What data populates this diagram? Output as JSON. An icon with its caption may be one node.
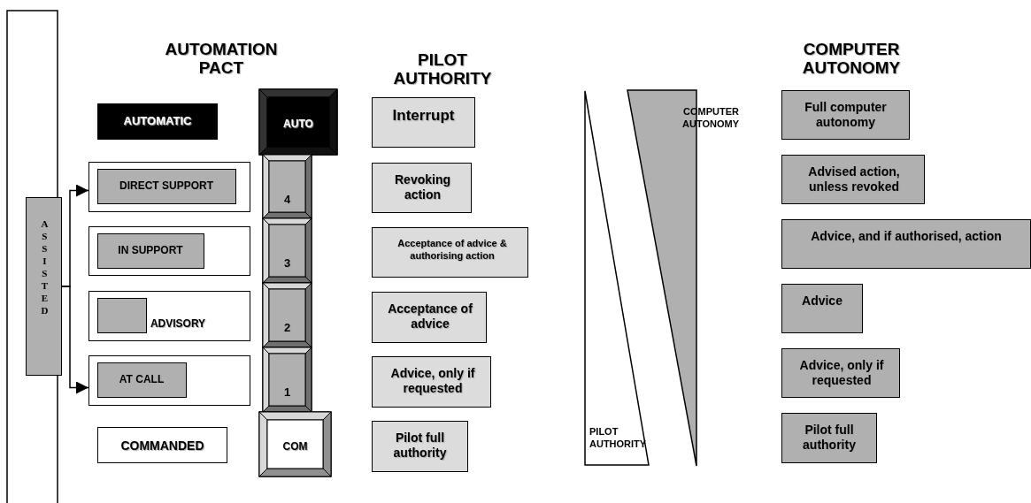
{
  "diagram": {
    "nodes": [
      {
        "text": [
          "AUTOMATIC"
        ]
      },
      {
        "text": [
          "ASSISTED"
        ]
      },
      {
        "text": [],
        "shape": "box"
      },
      {
        "text": [
          "DIRECT SUPPORT"
        ],
        "in": 2
      },
      {
        "text": [],
        "shape": "box"
      },
      {
        "text": [
          "IN SUPPORT"
        ],
        "in": 4
      },
      {
        "text": [
          "ADVISORY"
        ]
      },
      {
        "text": [],
        "shape": "box",
        "in": 6
      },
      {
        "text": [],
        "shape": "box"
      },
      {
        "text": [
          "AT CALL"
        ],
        "in": 8
      },
      {
        "text": [
          "COMMANDED"
        ]
      },
      {
        "text": [
          "AUTO"
        ]
      },
      {
        "text": [
          "4"
        ]
      },
      {
        "text": [
          "3"
        ]
      },
      {
        "text": [
          "2"
        ]
      },
      {
        "text": [
          "1"
        ]
      },
      {
        "text": [
          "COM"
        ]
      },
      {
        "text": [
          "Interrupt"
        ]
      },
      {
        "text": [
          "Revoking action"
        ]
      },
      {
        "text": [
          "Acceptance of advice & authorising action"
        ]
      },
      {
        "text": [
          "Acceptance of advice"
        ]
      },
      {
        "text": [
          "Advice, only if requested"
        ]
      },
      {
        "text": [
          "Pilot full authority"
        ]
      },
      {
        "text": [
          "PILOT AUTHORITY"
        ]
      },
      {
        "text": [
          "COMPUTER AUTONOMY"
        ]
      },
      {
        "text": [
          "Full computer autonomy"
        ]
      },
      {
        "text": [
          "Advised  action, unless revoked"
        ]
      },
      {
        "text": [
          "Advice, and if authorised, action"
        ]
      },
      {
        "text": [
          "Advice"
        ]
      },
      {
        "text": [
          "Advice, only if requested"
        ]
      },
      {
        "text": [
          "Pilot full authority"
        ]
      }
    ],
    "edges": [
      {
        "from": 1,
        "to": 2,
        "arrow": "to"
      },
      {
        "from": 1,
        "to": 8,
        "arrow": "to"
      }
    ],
    "labels": [
      "AUTOMATION PACT",
      "PILOT AUTHORITY",
      "COMPUTER AUTONOMY"
    ]
  }
}
